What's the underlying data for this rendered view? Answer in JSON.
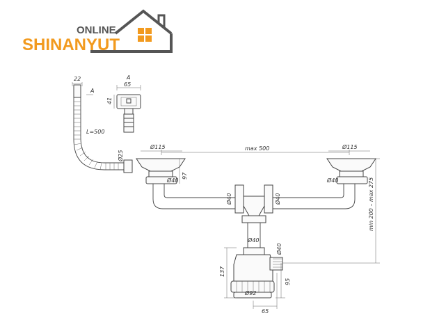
{
  "brand": {
    "prefix": "ONLINE",
    "name": "SHINANYUT",
    "colors": {
      "accent": "#f29a1e",
      "dark": "#555555"
    }
  },
  "labels": {
    "d22": "22",
    "a_arrow": "A",
    "a_view": "A",
    "d65_top": "65",
    "d41": "41",
    "l500": "L=500",
    "d25": "Ø25",
    "d115_left": "Ø115",
    "max500": "max 500",
    "d115_right": "Ø115",
    "d40_left": "Ø40",
    "d97": "97",
    "d40_right": "Ø40",
    "d40_tl": "Ø40",
    "d40_tr": "Ø40",
    "min_max": "min 200 – max 275",
    "d40_center": "Ø40",
    "d40_side": "Ø40",
    "d137": "137",
    "d95": "95",
    "d92": "Ø92",
    "d65_bottom": "65"
  }
}
